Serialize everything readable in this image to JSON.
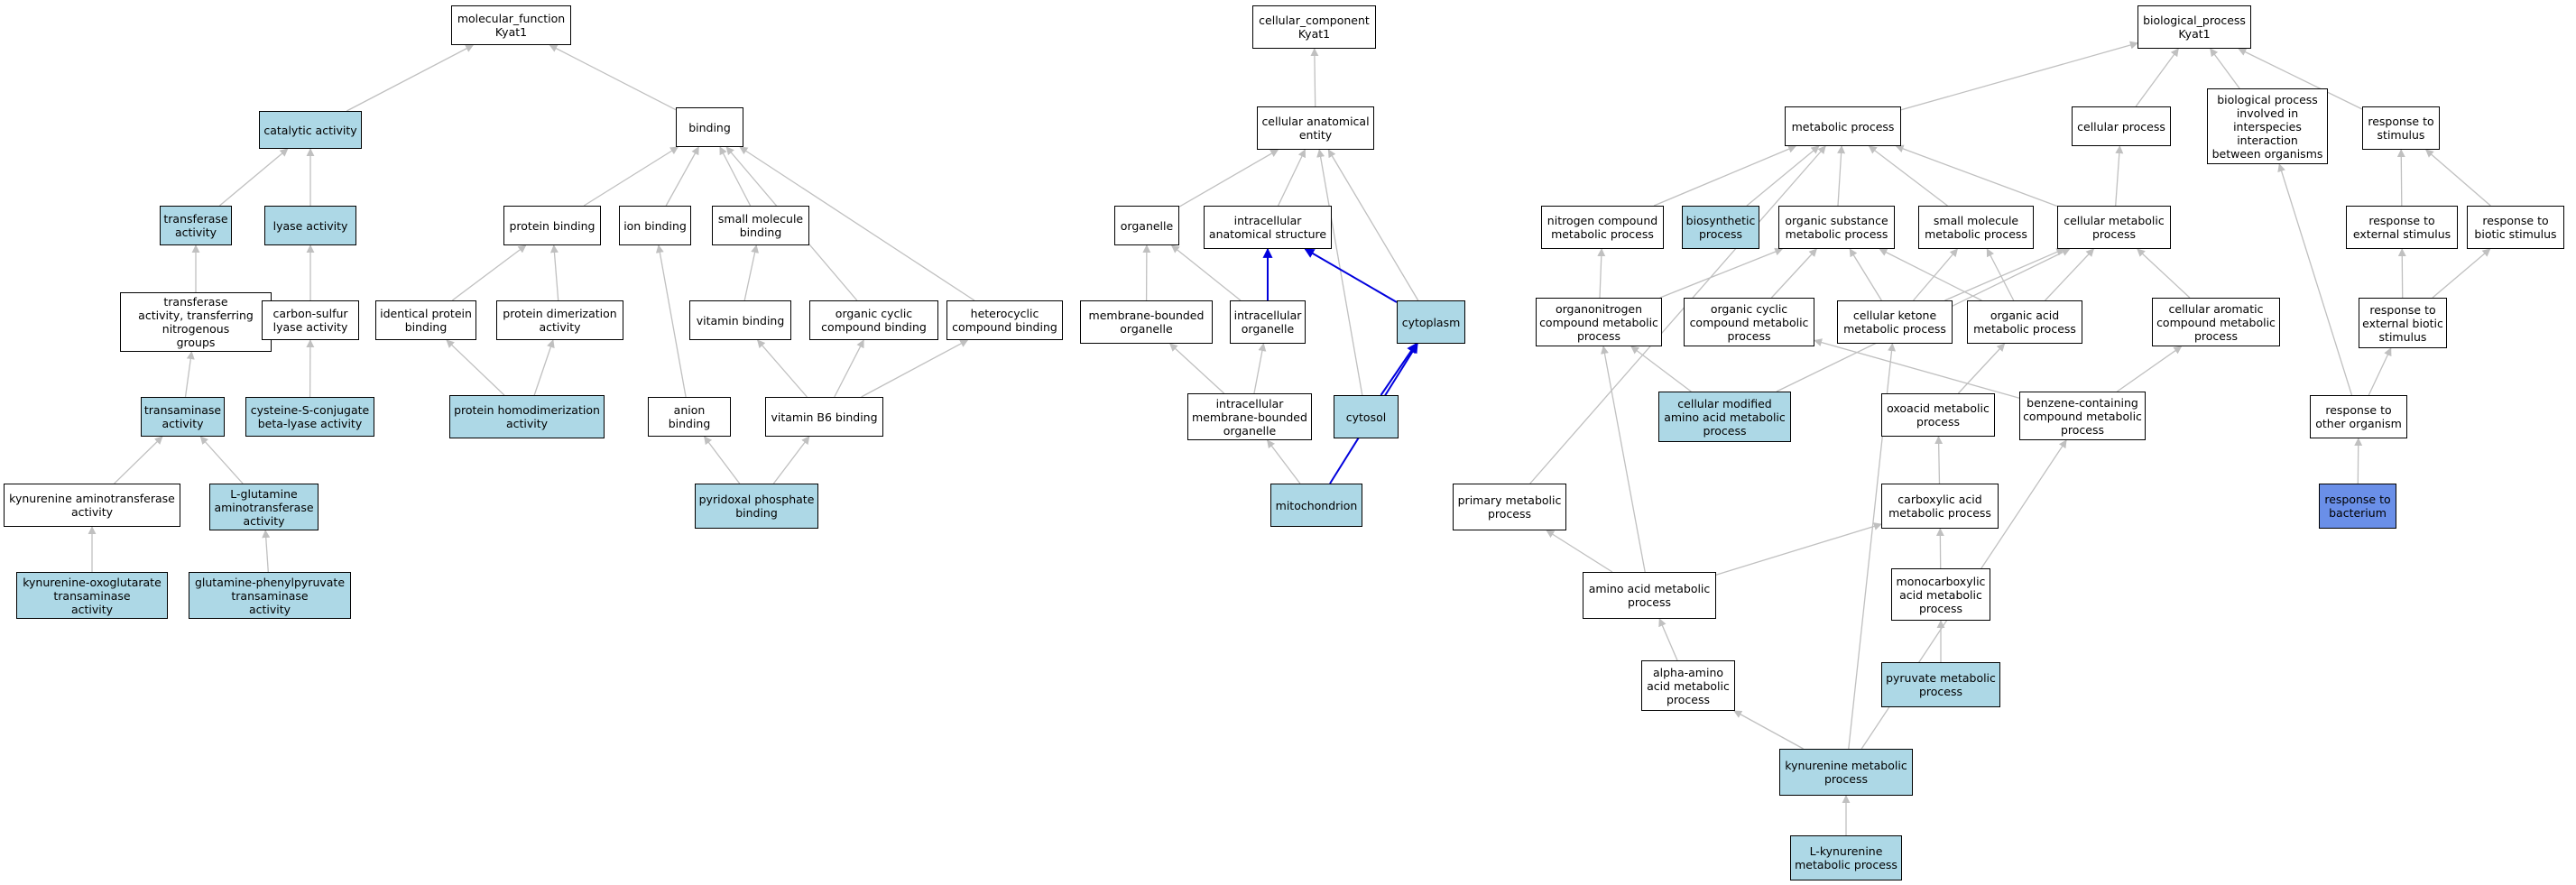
{
  "colors": {
    "default_fill": "#ffffff",
    "annotated_fill": "#add8e6",
    "highlight_fill": "#6a8fe8",
    "edge_gray": "#c0c0c0",
    "edge_blue": "#0000dd"
  },
  "nodes": {
    "mf_root": {
      "label": "molecular_function\nKyat1",
      "fill": "default"
    },
    "catalytic": {
      "label": "catalytic activity",
      "fill": "annotated"
    },
    "binding": {
      "label": "binding",
      "fill": "default"
    },
    "transferase": {
      "label": "transferase\nactivity",
      "fill": "annotated"
    },
    "lyase": {
      "label": "lyase activity",
      "fill": "annotated"
    },
    "transf_n": {
      "label": "transferase\nactivity, transferring\nnitrogenous\ngroups",
      "fill": "default"
    },
    "cs_lyase": {
      "label": "carbon-sulfur\nlyase activity",
      "fill": "default"
    },
    "transaminase": {
      "label": "transaminase\nactivity",
      "fill": "annotated"
    },
    "cscbl": {
      "label": "cysteine-S-conjugate\nbeta-lyase activity",
      "fill": "annotated"
    },
    "kyn_at": {
      "label": "kynurenine aminotransferase\nactivity",
      "fill": "default"
    },
    "lgln_at": {
      "label": "L-glutamine\naminotransferase\nactivity",
      "fill": "annotated"
    },
    "kyn_oxo": {
      "label": "kynurenine-oxoglutarate\ntransaminase\nactivity",
      "fill": "annotated"
    },
    "gln_phe": {
      "label": "glutamine-phenylpyruvate\ntransaminase\nactivity",
      "fill": "annotated"
    },
    "protein_binding": {
      "label": "protein binding",
      "fill": "default"
    },
    "ion_binding": {
      "label": "ion binding",
      "fill": "default"
    },
    "small_mol_binding": {
      "label": "small molecule\nbinding",
      "fill": "default"
    },
    "identical_pb": {
      "label": "identical protein\nbinding",
      "fill": "default"
    },
    "prot_dimer": {
      "label": "protein dimerization\nactivity",
      "fill": "default"
    },
    "prot_homodimer": {
      "label": "protein homodimerization\nactivity",
      "fill": "annotated"
    },
    "vitamin_binding": {
      "label": "vitamin binding",
      "fill": "default"
    },
    "org_cyclic_binding": {
      "label": "organic cyclic\ncompound binding",
      "fill": "default"
    },
    "heterocyclic_binding": {
      "label": "heterocyclic\ncompound binding",
      "fill": "default"
    },
    "anion_binding": {
      "label": "anion binding",
      "fill": "default"
    },
    "vb6_binding": {
      "label": "vitamin B6 binding",
      "fill": "default"
    },
    "plp_binding": {
      "label": "pyridoxal phosphate\nbinding",
      "fill": "annotated"
    },
    "cc_root": {
      "label": "cellular_component\nKyat1",
      "fill": "default"
    },
    "cae": {
      "label": "cellular anatomical\nentity",
      "fill": "default"
    },
    "organelle": {
      "label": "organelle",
      "fill": "default"
    },
    "ias": {
      "label": "intracellular\nanatomical structure",
      "fill": "default"
    },
    "mbo": {
      "label": "membrane-bounded\norganelle",
      "fill": "default"
    },
    "intra_org": {
      "label": "intracellular\norganelle",
      "fill": "default"
    },
    "cytoplasm": {
      "label": "cytoplasm",
      "fill": "annotated"
    },
    "imbo": {
      "label": "intracellular\nmembrane-bounded\norganelle",
      "fill": "default"
    },
    "cytosol": {
      "label": "cytosol",
      "fill": "annotated"
    },
    "mito": {
      "label": "mitochondrion",
      "fill": "annotated"
    },
    "bp_root": {
      "label": "biological_process\nKyat1",
      "fill": "default"
    },
    "metabolic": {
      "label": "metabolic process",
      "fill": "default"
    },
    "cellular_process": {
      "label": "cellular process",
      "fill": "default"
    },
    "bp_interspecies": {
      "label": "biological process\ninvolved in\ninterspecies\ninteraction\nbetween organisms",
      "fill": "default"
    },
    "resp_stim": {
      "label": "response to\nstimulus",
      "fill": "default"
    },
    "nitrogen_cmp": {
      "label": "nitrogen compound\nmetabolic process",
      "fill": "default"
    },
    "biosynthetic": {
      "label": "biosynthetic\nprocess",
      "fill": "annotated"
    },
    "org_sub": {
      "label": "organic substance\nmetabolic process",
      "fill": "default"
    },
    "small_mol_met": {
      "label": "small molecule\nmetabolic process",
      "fill": "default"
    },
    "cell_met": {
      "label": "cellular metabolic\nprocess",
      "fill": "default"
    },
    "resp_ext": {
      "label": "response to\nexternal stimulus",
      "fill": "default"
    },
    "resp_biotic": {
      "label": "response to\nbiotic stimulus",
      "fill": "default"
    },
    "organonitrogen": {
      "label": "organonitrogen\ncompound metabolic\nprocess",
      "fill": "default"
    },
    "org_cyclic_met": {
      "label": "organic cyclic\ncompound metabolic\nprocess",
      "fill": "default"
    },
    "cell_ketone": {
      "label": "cellular ketone\nmetabolic process",
      "fill": "default"
    },
    "org_acid": {
      "label": "organic acid\nmetabolic process",
      "fill": "default"
    },
    "cell_arom": {
      "label": "cellular aromatic\ncompound metabolic\nprocess",
      "fill": "default"
    },
    "resp_ext_biotic": {
      "label": "response to\nexternal biotic\nstimulus",
      "fill": "default"
    },
    "cell_mod_aa": {
      "label": "cellular modified\namino acid metabolic\nprocess",
      "fill": "annotated"
    },
    "oxoacid": {
      "label": "oxoacid metabolic\nprocess",
      "fill": "default"
    },
    "benzene": {
      "label": "benzene-containing\ncompound metabolic\nprocess",
      "fill": "default"
    },
    "resp_other_org": {
      "label": "response to\nother organism",
      "fill": "default"
    },
    "primary_met": {
      "label": "primary metabolic\nprocess",
      "fill": "default"
    },
    "carboxylic": {
      "label": "carboxylic acid\nmetabolic process",
      "fill": "default"
    },
    "resp_bact": {
      "label": "response to\nbacterium",
      "fill": "highlight"
    },
    "aa_met": {
      "label": "amino acid metabolic\nprocess",
      "fill": "default"
    },
    "monocarb": {
      "label": "monocarboxylic\nacid metabolic\nprocess",
      "fill": "default"
    },
    "alpha_aa": {
      "label": "alpha-amino\nacid metabolic\nprocess",
      "fill": "default"
    },
    "pyruvate": {
      "label": "pyruvate metabolic\nprocess",
      "fill": "annotated"
    },
    "kyn_met": {
      "label": "kynurenine metabolic\nprocess",
      "fill": "annotated"
    },
    "lkyn_met": {
      "label": "L-kynurenine\nmetabolic process",
      "fill": "annotated"
    }
  },
  "edges": [
    [
      "catalytic",
      "mf_root",
      "gray"
    ],
    [
      "binding",
      "mf_root",
      "gray"
    ],
    [
      "transferase",
      "catalytic",
      "gray"
    ],
    [
      "lyase",
      "catalytic",
      "gray"
    ],
    [
      "transf_n",
      "transferase",
      "gray"
    ],
    [
      "cs_lyase",
      "lyase",
      "gray"
    ],
    [
      "transaminase",
      "transf_n",
      "gray"
    ],
    [
      "cscbl",
      "cs_lyase",
      "gray"
    ],
    [
      "kyn_at",
      "transaminase",
      "gray"
    ],
    [
      "lgln_at",
      "transaminase",
      "gray"
    ],
    [
      "kyn_oxo",
      "kyn_at",
      "gray"
    ],
    [
      "gln_phe",
      "lgln_at",
      "gray"
    ],
    [
      "protein_binding",
      "binding",
      "gray"
    ],
    [
      "ion_binding",
      "binding",
      "gray"
    ],
    [
      "small_mol_binding",
      "binding",
      "gray"
    ],
    [
      "org_cyclic_binding",
      "binding",
      "gray"
    ],
    [
      "heterocyclic_binding",
      "binding",
      "gray"
    ],
    [
      "identical_pb",
      "protein_binding",
      "gray"
    ],
    [
      "prot_dimer",
      "protein_binding",
      "gray"
    ],
    [
      "prot_homodimer",
      "identical_pb",
      "gray"
    ],
    [
      "prot_homodimer",
      "prot_dimer",
      "gray"
    ],
    [
      "vitamin_binding",
      "small_mol_binding",
      "gray"
    ],
    [
      "anion_binding",
      "ion_binding",
      "gray"
    ],
    [
      "vb6_binding",
      "vitamin_binding",
      "gray"
    ],
    [
      "vb6_binding",
      "org_cyclic_binding",
      "gray"
    ],
    [
      "vb6_binding",
      "heterocyclic_binding",
      "gray"
    ],
    [
      "plp_binding",
      "anion_binding",
      "gray"
    ],
    [
      "plp_binding",
      "vb6_binding",
      "gray"
    ],
    [
      "cae",
      "cc_root",
      "gray"
    ],
    [
      "organelle",
      "cae",
      "gray"
    ],
    [
      "ias",
      "cae",
      "gray"
    ],
    [
      "cytoplasm",
      "cae",
      "gray"
    ],
    [
      "cytosol",
      "cae",
      "gray"
    ],
    [
      "mbo",
      "organelle",
      "gray"
    ],
    [
      "intra_org",
      "organelle",
      "gray"
    ],
    [
      "intra_org",
      "ias",
      "blue"
    ],
    [
      "cytoplasm",
      "ias",
      "blue"
    ],
    [
      "imbo",
      "mbo",
      "gray"
    ],
    [
      "imbo",
      "intra_org",
      "gray"
    ],
    [
      "cytosol",
      "cytoplasm",
      "blue"
    ],
    [
      "mito",
      "cytoplasm",
      "blue"
    ],
    [
      "mito",
      "imbo",
      "gray"
    ],
    [
      "metabolic",
      "bp_root",
      "gray"
    ],
    [
      "cellular_process",
      "bp_root",
      "gray"
    ],
    [
      "bp_interspecies",
      "bp_root",
      "gray"
    ],
    [
      "resp_stim",
      "bp_root",
      "gray"
    ],
    [
      "nitrogen_cmp",
      "metabolic",
      "gray"
    ],
    [
      "biosynthetic",
      "metabolic",
      "gray"
    ],
    [
      "org_sub",
      "metabolic",
      "gray"
    ],
    [
      "small_mol_met",
      "metabolic",
      "gray"
    ],
    [
      "cell_met",
      "metabolic",
      "gray"
    ],
    [
      "primary_met",
      "metabolic",
      "gray"
    ],
    [
      "cell_met",
      "cellular_process",
      "gray"
    ],
    [
      "resp_ext",
      "resp_stim",
      "gray"
    ],
    [
      "resp_biotic",
      "resp_stim",
      "gray"
    ],
    [
      "organonitrogen",
      "nitrogen_cmp",
      "gray"
    ],
    [
      "organonitrogen",
      "org_sub",
      "gray"
    ],
    [
      "org_cyclic_met",
      "org_sub",
      "gray"
    ],
    [
      "cell_ketone",
      "org_sub",
      "gray"
    ],
    [
      "org_acid",
      "org_sub",
      "gray"
    ],
    [
      "cell_ketone",
      "small_mol_met",
      "gray"
    ],
    [
      "org_acid",
      "small_mol_met",
      "gray"
    ],
    [
      "cell_ketone",
      "cell_met",
      "gray"
    ],
    [
      "org_acid",
      "cell_met",
      "gray"
    ],
    [
      "cell_arom",
      "cell_met",
      "gray"
    ],
    [
      "cell_mod_aa",
      "cell_met",
      "gray"
    ],
    [
      "cell_mod_aa",
      "organonitrogen",
      "gray"
    ],
    [
      "resp_ext_biotic",
      "resp_ext",
      "gray"
    ],
    [
      "resp_ext_biotic",
      "resp_biotic",
      "gray"
    ],
    [
      "oxoacid",
      "org_acid",
      "gray"
    ],
    [
      "benzene",
      "org_cyclic_met",
      "gray"
    ],
    [
      "benzene",
      "cell_arom",
      "gray"
    ],
    [
      "resp_other_org",
      "resp_ext_biotic",
      "gray"
    ],
    [
      "resp_other_org",
      "bp_interspecies",
      "gray"
    ],
    [
      "carboxylic",
      "oxoacid",
      "gray"
    ],
    [
      "resp_bact",
      "resp_other_org",
      "gray"
    ],
    [
      "aa_met",
      "primary_met",
      "gray"
    ],
    [
      "aa_met",
      "carboxylic",
      "gray"
    ],
    [
      "aa_met",
      "organonitrogen",
      "gray"
    ],
    [
      "monocarb",
      "carboxylic",
      "gray"
    ],
    [
      "alpha_aa",
      "aa_met",
      "gray"
    ],
    [
      "pyruvate",
      "monocarb",
      "gray"
    ],
    [
      "kyn_met",
      "alpha_aa",
      "gray"
    ],
    [
      "kyn_met",
      "cell_ketone",
      "gray"
    ],
    [
      "kyn_met",
      "benzene",
      "gray"
    ],
    [
      "lkyn_met",
      "kyn_met",
      "gray"
    ]
  ]
}
